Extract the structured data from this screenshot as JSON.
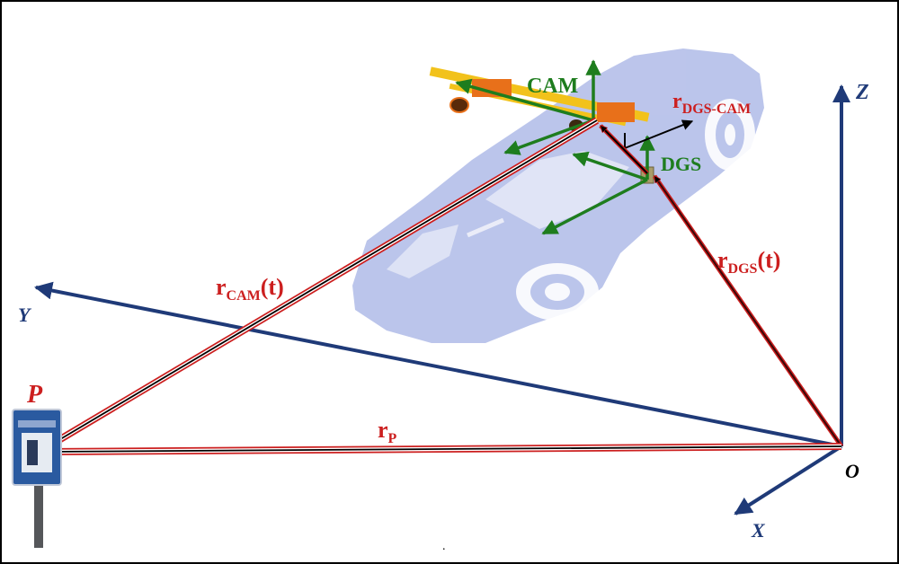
{
  "colors": {
    "background": "#ffffff",
    "border": "#000000",
    "world_axis": "#1f3a78",
    "vector_red": "#cc1f1f",
    "sensor_green": "#1e7d1e",
    "car_body": "#b8c2ea",
    "rail": "#f2c21b",
    "mount": "#e8701a"
  },
  "world_axes": {
    "x_label": "X",
    "y_label": "Y",
    "z_label": "Z",
    "origin_label": "O"
  },
  "point": {
    "label": "P",
    "icon": "parking-sign-icon"
  },
  "sensors": {
    "camera_label": "CAM",
    "gps_label": "DGS"
  },
  "vectors": {
    "r_p": {
      "base": "r",
      "sub": "P",
      "suffix": ""
    },
    "r_cam": {
      "base": "r",
      "sub": "CAM",
      "suffix": "(t)"
    },
    "r_dgs": {
      "base": "r",
      "sub": "DGS",
      "suffix": "(t)"
    },
    "r_dgs_cam": {
      "base": "r",
      "sub": "DGS-CAM",
      "suffix": ""
    }
  },
  "footer_mark": "."
}
